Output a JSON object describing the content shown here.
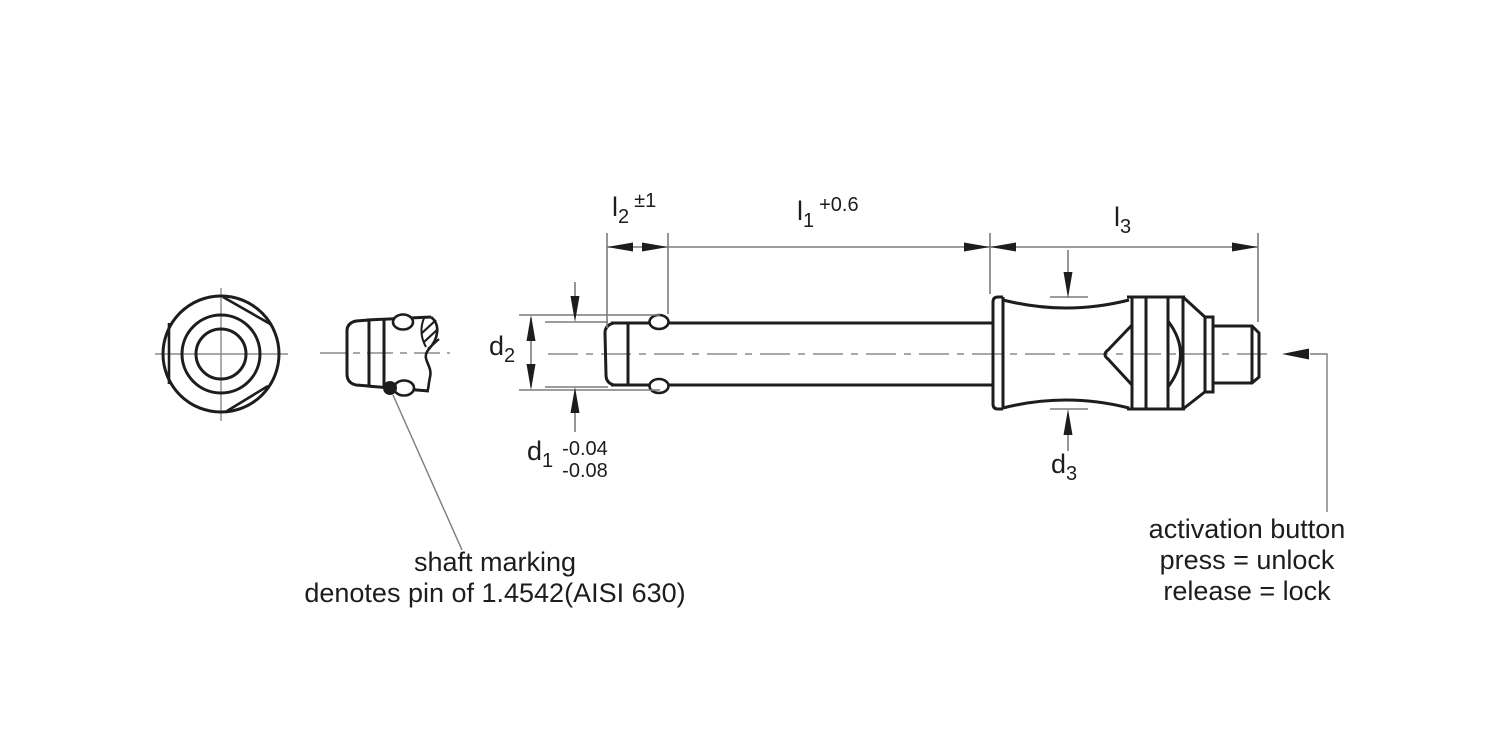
{
  "colors": {
    "background": "#ffffff",
    "outline": "#1d1d1b",
    "thin_line": "#7c7c7c"
  },
  "dimensions": {
    "l2": {
      "symbol": "l",
      "subscript": "2",
      "tolerance": "±1"
    },
    "l1": {
      "symbol": "l",
      "subscript": "1",
      "tolerance": "+0.6"
    },
    "l3": {
      "symbol": "l",
      "subscript": "3"
    },
    "d2": {
      "symbol": "d",
      "subscript": "2"
    },
    "d1": {
      "symbol": "d",
      "subscript": "1",
      "tolerance_upper": "-0.04",
      "tolerance_lower": "-0.08"
    },
    "d3": {
      "symbol": "d",
      "subscript": "3"
    }
  },
  "notes": {
    "shaft_marking": {
      "line1": "shaft marking",
      "line2": "denotes pin of 1.4542(AISI 630)"
    },
    "activation_button": {
      "line1": "activation button",
      "line2": "press = unlock",
      "line3": "release = lock"
    }
  }
}
